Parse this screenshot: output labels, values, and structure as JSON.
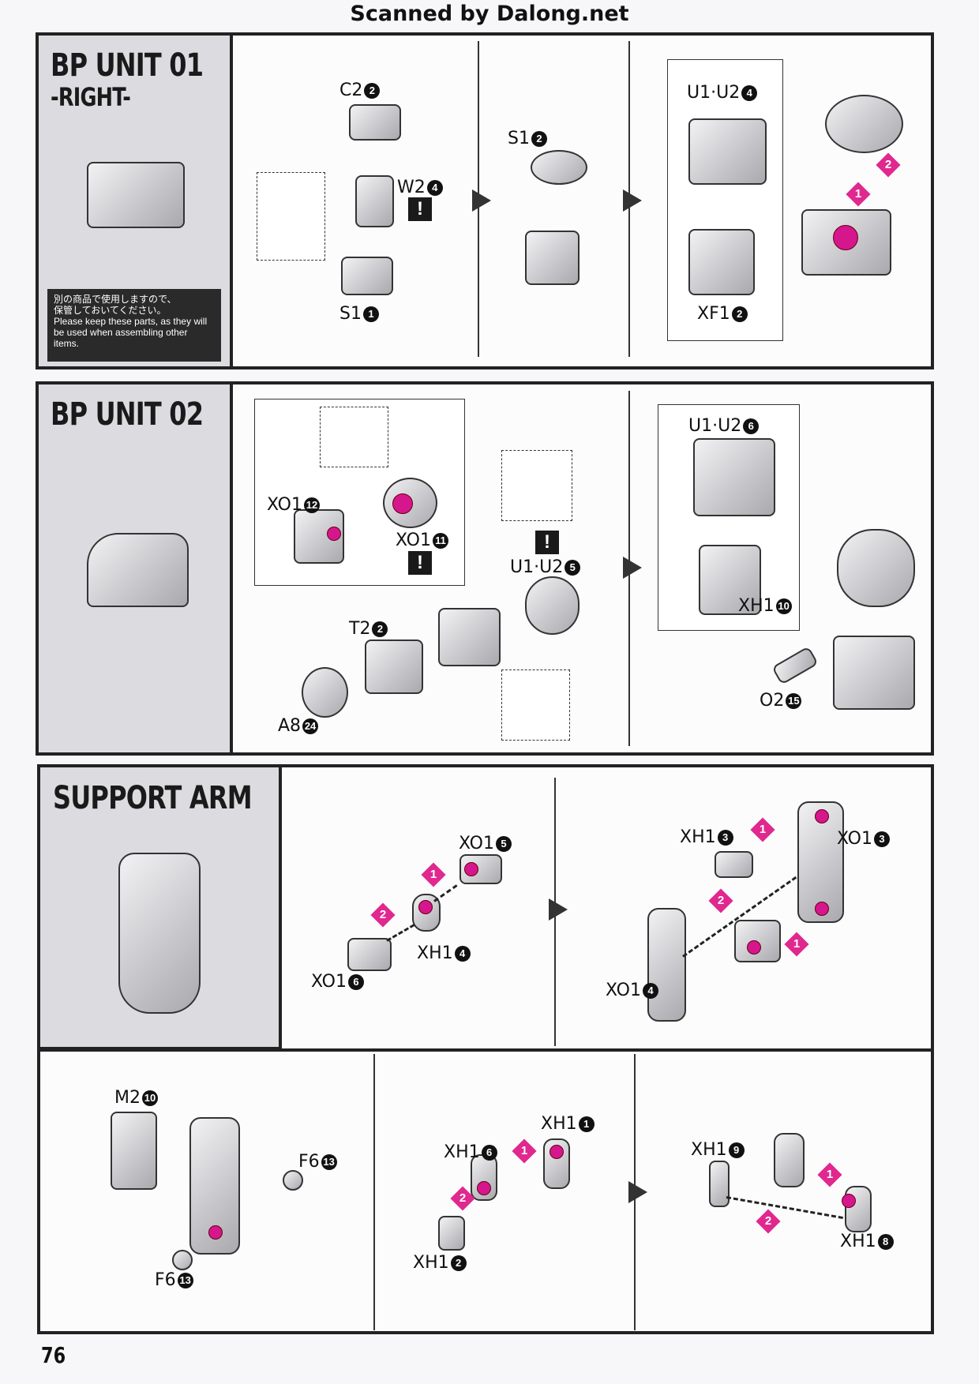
{
  "header": "Scanned by Dalong.net",
  "page_number": "76",
  "accent_color": "#e0288f",
  "bp_unit_01": {
    "title": "BP UNIT 01",
    "subtitle": "-RIGHT-",
    "note_jp_1": "別の商品で使用しますので、",
    "note_jp_2": "保管しておいてください。",
    "note_en": "Please keep these parts, as they will be used when assembling other items.",
    "labels": [
      {
        "part": "C2",
        "num": "2"
      },
      {
        "part": "W2",
        "num": "4"
      },
      {
        "part": "S1",
        "num": "1"
      },
      {
        "part": "S1",
        "num": "2"
      },
      {
        "part": "U1·U2",
        "num": "4"
      },
      {
        "part": "XF1",
        "num": "2"
      }
    ],
    "steps": [
      "1",
      "2"
    ],
    "warning": "!"
  },
  "bp_unit_02": {
    "title": "BP UNIT 02",
    "labels": [
      {
        "part": "XO1",
        "num": "12"
      },
      {
        "part": "XO1",
        "num": "11"
      },
      {
        "part": "U1·U2",
        "num": "5"
      },
      {
        "part": "T2",
        "num": "2"
      },
      {
        "part": "A8",
        "num": "24"
      },
      {
        "part": "U1·U2",
        "num": "6"
      },
      {
        "part": "XH1",
        "num": "10"
      },
      {
        "part": "O2",
        "num": "15"
      }
    ],
    "warning": "!"
  },
  "support_arm": {
    "title": "SUPPORT ARM",
    "labels": [
      {
        "part": "XO1",
        "num": "5"
      },
      {
        "part": "XH1",
        "num": "4"
      },
      {
        "part": "XO1",
        "num": "6"
      },
      {
        "part": "XH1",
        "num": "3"
      },
      {
        "part": "XO1",
        "num": "3"
      },
      {
        "part": "XO1",
        "num": "4"
      },
      {
        "part": "M2",
        "num": "10"
      },
      {
        "part": "F6",
        "num": "13"
      },
      {
        "part": "F6",
        "num": "13"
      },
      {
        "part": "XH1",
        "num": "1"
      },
      {
        "part": "XH1",
        "num": "6"
      },
      {
        "part": "XH1",
        "num": "2"
      },
      {
        "part": "XH1",
        "num": "9"
      },
      {
        "part": "XH1",
        "num": "8"
      }
    ],
    "steps": [
      "1",
      "2"
    ]
  }
}
